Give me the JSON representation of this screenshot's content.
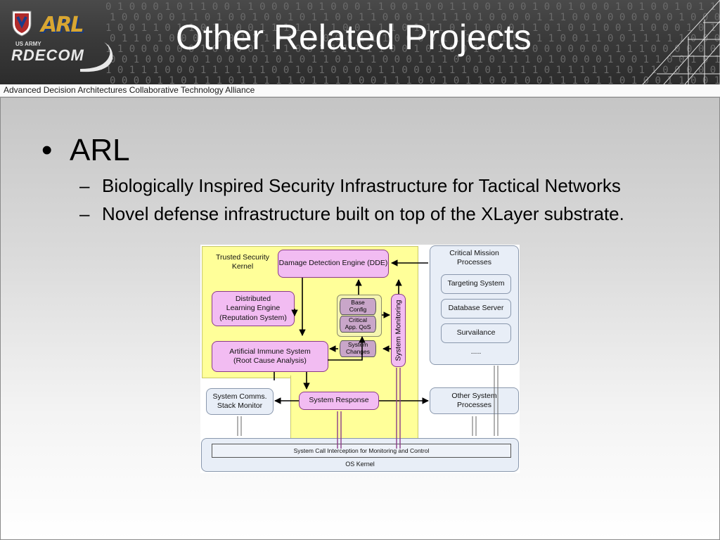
{
  "header": {
    "title": "Other Related Projects",
    "subtitle": "Advanced Decision Architectures Collaborative Technology Alliance",
    "logo_arl": "ARL",
    "logo_usarmy": "US ARMY",
    "logo_rdecom": "RDECOM"
  },
  "content": {
    "bullet": "ARL",
    "subbullets": [
      "Biologically Inspired Security Infrastructure for Tactical Networks",
      "Novel defense infrastructure built on top of the XLayer substrate."
    ]
  },
  "diagram": {
    "trusted_kernel": "Trusted Security\nKernel",
    "dde": "Damage Detection Engine (DDE)",
    "distributed_learning": "Distributed\nLearning Engine\n(Reputation System)",
    "base_config": "Base\nConfig",
    "critical_qos": "Critical\nApp. QoS",
    "system_changes": "System\nChanges",
    "system_monitoring": "System Monitoring",
    "ais": "Artificial Immune System\n(Root Cause Analysis)",
    "comms_monitor": "System Comms.\nStack Monitor",
    "system_response": "System Response",
    "other_processes": "Other System\nProcesses",
    "critical_mission": "Critical Mission\nProcesses",
    "targeting": "Targeting System",
    "database": "Database Server",
    "survailance": "Survailance",
    "ellipsis": ".....",
    "syscall": "System Call Interception for Monitoring and Control",
    "os_kernel": "OS Kernel"
  },
  "colors": {
    "pink_box": "#f2bcf2",
    "yellow_area": "#ffff99",
    "blue_box": "#e8eef7",
    "title_text": "#ffffff"
  }
}
